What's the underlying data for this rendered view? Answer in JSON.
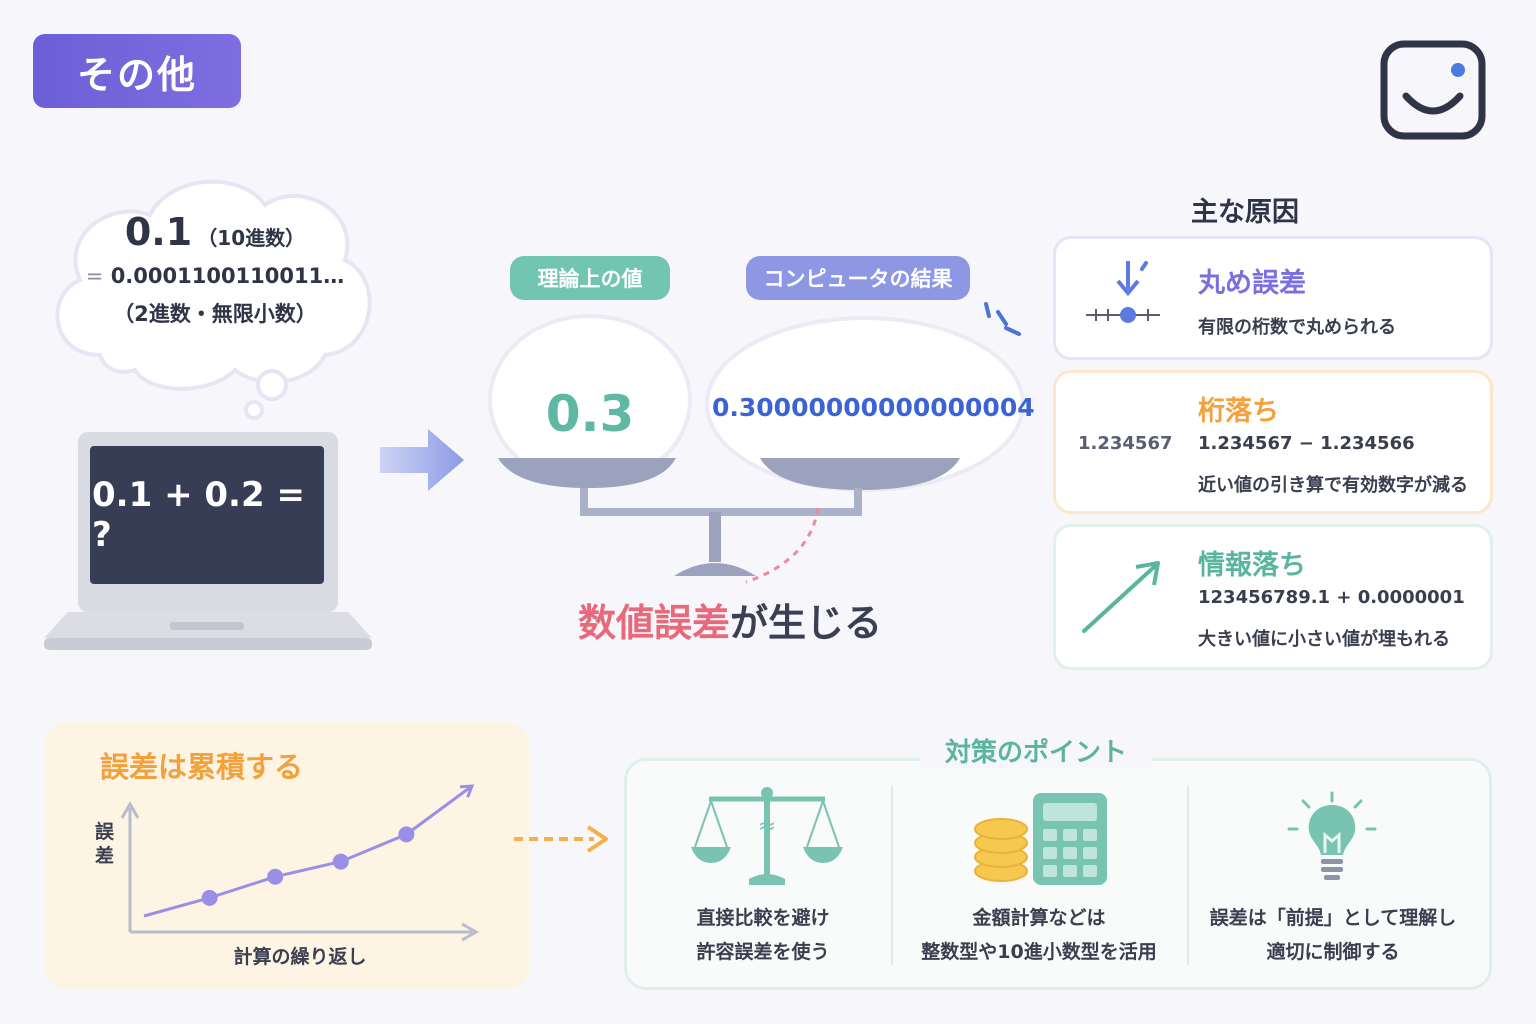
{
  "header": {
    "tag": "その他"
  },
  "thought": {
    "decimal_value": "0.1",
    "decimal_note": "（10進数）",
    "eq": "=",
    "binary_value": "0.0001100110011…",
    "binary_note": "（2進数・無限小数）"
  },
  "laptop": {
    "expression": "0.1 + 0.2 = ?"
  },
  "balance": {
    "theory_label": "理論上の値",
    "theory_value": "0.3",
    "computer_label": "コンピュータの結果",
    "computer_value": "0.30000000000000004",
    "caption_highlight": "数値誤差",
    "caption_rest": "が生じる"
  },
  "causes": {
    "title": "主な原因",
    "items": [
      {
        "title": "丸め誤差",
        "lines": [
          "有限の桁数で丸められる"
        ],
        "color": "#7a6fe0",
        "icon": "rounding-icon"
      },
      {
        "title": "桁落ち",
        "side": "1.234567",
        "lines": [
          "1.234567 − 1.234566",
          "近い値の引き算で有効数字が減る"
        ],
        "color": "#f2a13c",
        "icon": "cancellation-icon"
      },
      {
        "title": "情報落ち",
        "lines": [
          "123456789.1 + 0.0000001",
          "大きい値に小さい値が埋もれる"
        ],
        "color": "#5ab59e",
        "icon": "trend-arrow-icon"
      }
    ]
  },
  "accumulation": {
    "title": "誤差は累積する",
    "y_label": "誤差",
    "x_label": "計算の繰り返し"
  },
  "chart_data": {
    "type": "line",
    "title": "誤差は累積する",
    "xlabel": "計算の繰り返し",
    "ylabel": "誤差",
    "x": [
      0,
      1,
      2,
      3,
      4,
      5
    ],
    "series": [
      {
        "values": [
          1,
          2.2,
          3.6,
          4.6,
          6.4,
          9.6
        ]
      }
    ]
  },
  "tips": {
    "title": "対策のポイント",
    "items": [
      {
        "line1": "直接比較を避け",
        "line2": "許容誤差を使う",
        "icon": "scale-icon"
      },
      {
        "line1": "金額計算などは",
        "line2": "整数型や10進小数型を活用",
        "icon": "calculator-coins-icon"
      },
      {
        "line1": "誤差は「前提」として理解し",
        "line2": "適切に制御する",
        "icon": "lightbulb-icon"
      }
    ]
  }
}
